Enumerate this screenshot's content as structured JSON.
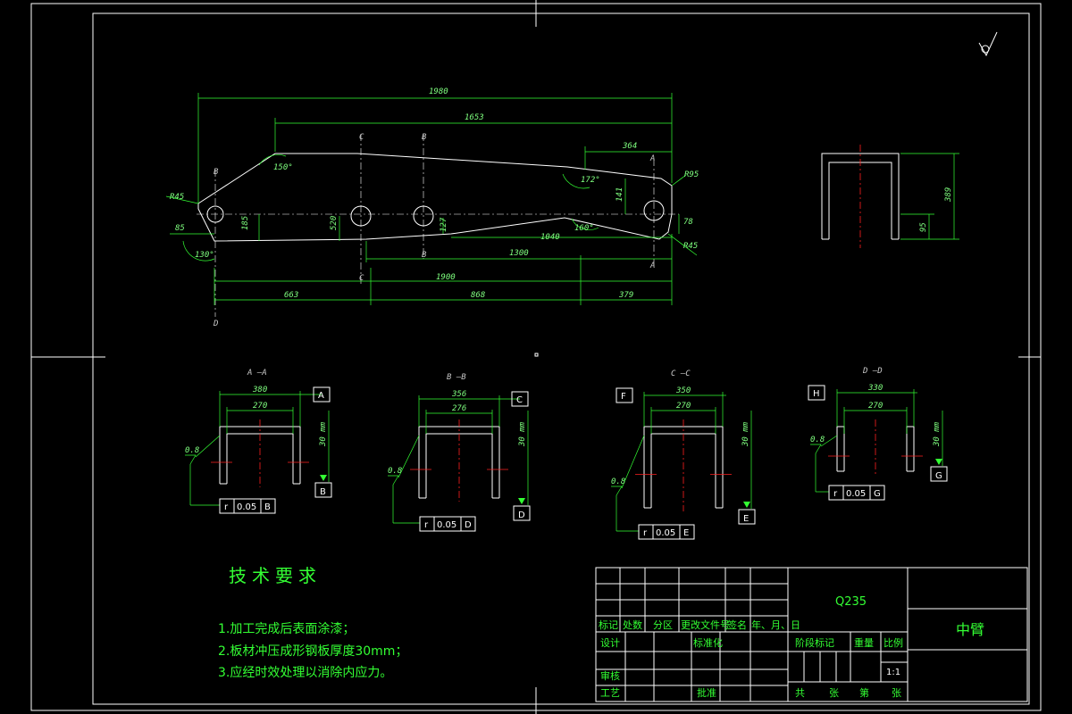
{
  "main_view": {
    "dims": {
      "overall_length": "1980",
      "top_length": "1653",
      "right_offset": "364",
      "bottom_span": "1900",
      "inner_span": "1300",
      "lower_span": "1040",
      "seg1": "663",
      "seg2": "868",
      "seg3": "379",
      "h_left": "185",
      "h_hole": "520",
      "h_small": "127",
      "h_right": "141",
      "h_right2": "78",
      "left_offset": "85",
      "r_left": "R45",
      "r_right": "R45",
      "r_right_top": "R95"
    },
    "angles": {
      "a_top_left": "150°",
      "a_top_right": "172°",
      "a_bottom_right": "160°",
      "a_bottom_left": "130°"
    },
    "section_markers": {
      "A": "A",
      "B": "B",
      "C": "C",
      "D": "D"
    }
  },
  "side_view": {
    "height": "389",
    "lower": "95"
  },
  "sections": [
    {
      "title": "A —A",
      "outer": "380",
      "inner": "270",
      "datum_top": "A",
      "datum_side": "B",
      "thick": "30 mm",
      "flatness": "0.8",
      "tol_sym": "r",
      "tol_val": "0.05",
      "tol_ref": "B"
    },
    {
      "title": "B —B",
      "outer": "356",
      "inner": "276",
      "datum_top": "C",
      "datum_side": "D",
      "thick": "30 mm",
      "flatness": "0.8",
      "tol_sym": "r",
      "tol_val": "0.05",
      "tol_ref": "D"
    },
    {
      "title": "C —C",
      "outer": "350",
      "inner": "270",
      "datum_top": "F",
      "datum_side": "E",
      "thick": "30 mm",
      "flatness": "0.8",
      "tol_sym": "r",
      "tol_val": "0.05",
      "tol_ref": "E"
    },
    {
      "title": "D —D",
      "outer": "330",
      "inner": "270",
      "datum_top": "H",
      "datum_side": "G",
      "thick": "30 mm",
      "flatness": "0.8",
      "tol_sym": "r",
      "tol_val": "0.05",
      "tol_ref": "G"
    }
  ],
  "tech": {
    "title": "技术要求",
    "items": [
      "1.加工完成后表面涂漆；",
      "2.板材冲压成形钢板厚度30mm；",
      "3.应经时效处理以消除内应力。"
    ]
  },
  "title_block": {
    "material": "Q235",
    "part_name": "中臂",
    "headers": [
      "标记",
      "处数",
      "分区",
      "更改文件号",
      "签名",
      "年、月、日"
    ],
    "design": "设计",
    "standard": "标准化",
    "stage": "阶段标记",
    "weight": "重量",
    "scale_label": "比例",
    "scale": "1:1",
    "review": "审核",
    "process": "工艺",
    "approve": "批准",
    "sheet": [
      "共",
      "张",
      "第",
      "张"
    ]
  },
  "colors": {
    "line": "#ffffff",
    "dim": "#33ff33",
    "center": "#ff2020",
    "background": "#000000"
  }
}
